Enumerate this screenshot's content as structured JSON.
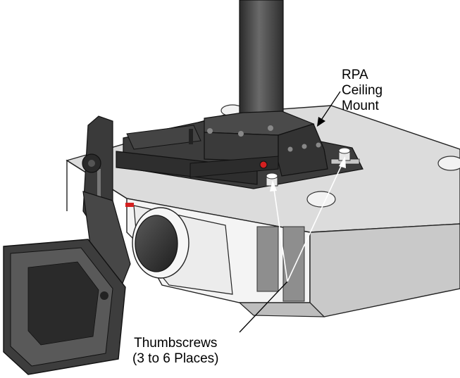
{
  "labels": {
    "mount": [
      "RPA",
      "Ceiling",
      "Mount"
    ],
    "thumbscrews": [
      "Thumbscrews",
      "(3 to 6 Places)"
    ]
  },
  "colors": {
    "pole": "#4a4a4a",
    "bracket": "#3a3a3a",
    "projector_top": "#e2e2e2",
    "projector_side": "#cfcfcf",
    "arrow": "#ffffff",
    "accent_red": "#d42020"
  }
}
